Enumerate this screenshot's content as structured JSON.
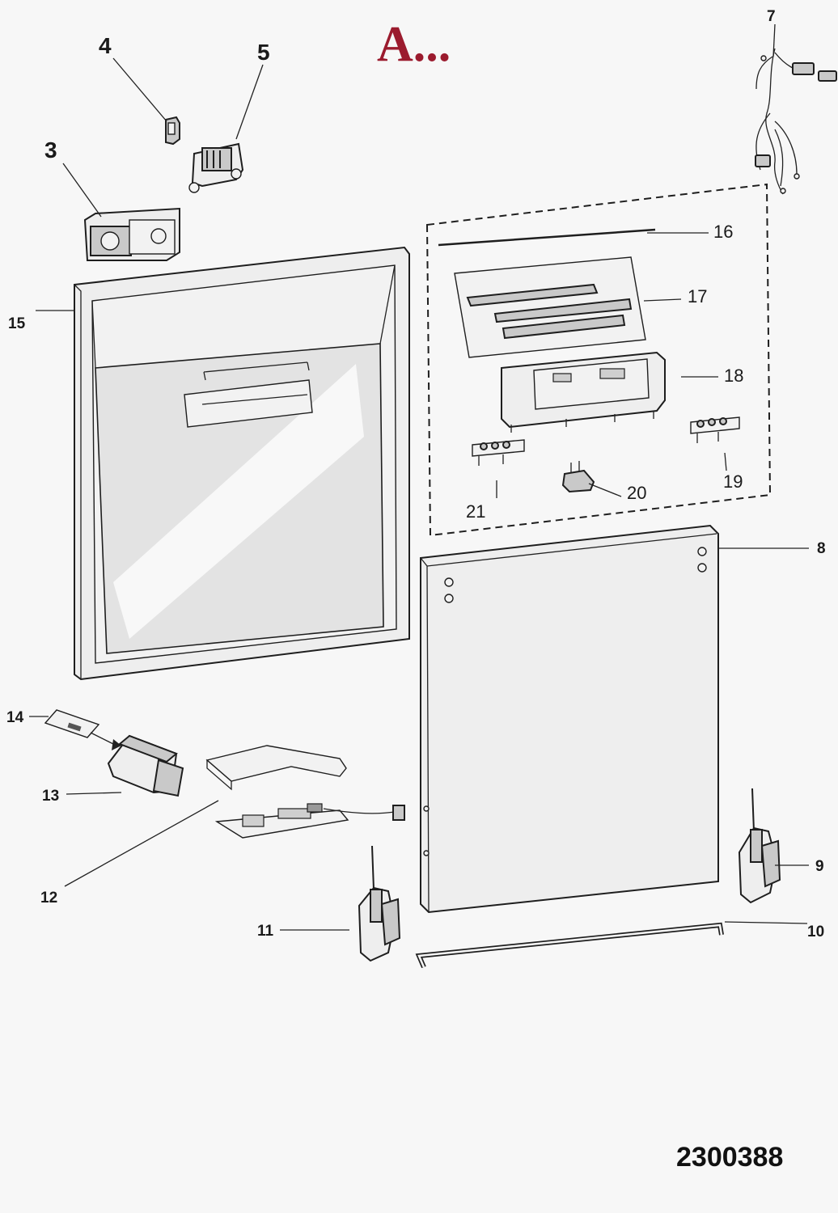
{
  "title": "A...",
  "drawing_number": "2300388",
  "parts": [
    {
      "id": "p3",
      "label": "3"
    },
    {
      "id": "p4",
      "label": "4"
    },
    {
      "id": "p5",
      "label": "5"
    },
    {
      "id": "p7",
      "label": "7"
    },
    {
      "id": "p8",
      "label": "8"
    },
    {
      "id": "p9",
      "label": "9"
    },
    {
      "id": "p10",
      "label": "10"
    },
    {
      "id": "p11",
      "label": "11"
    },
    {
      "id": "p12",
      "label": "12"
    },
    {
      "id": "p13",
      "label": "13"
    },
    {
      "id": "p14",
      "label": "14"
    },
    {
      "id": "p15",
      "label": "15"
    },
    {
      "id": "p16",
      "label": "16"
    },
    {
      "id": "p17",
      "label": "17"
    },
    {
      "id": "p18",
      "label": "18"
    },
    {
      "id": "p19",
      "label": "19"
    },
    {
      "id": "p20",
      "label": "20"
    },
    {
      "id": "p21",
      "label": "21"
    }
  ]
}
